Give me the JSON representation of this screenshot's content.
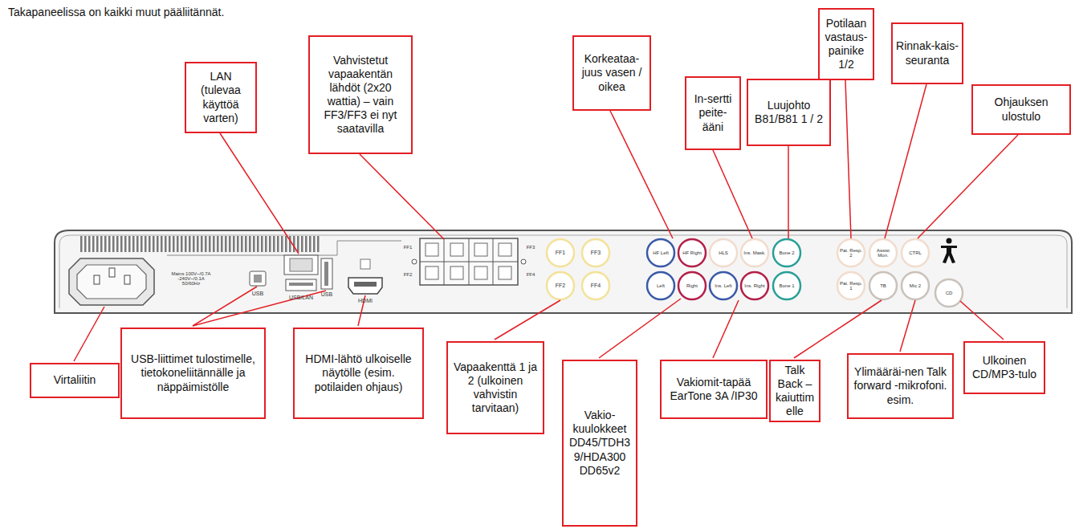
{
  "diagram": {
    "nodes": [
      {
        "text": [
          "LAN (tulevaa käyttöä varten)"
        ]
      },
      {
        "text": [
          "Vahvistetut vapaakentän lähdöt (2x20 wattia) – vain FF3/FF3 ei nyt saatavilla"
        ]
      },
      {
        "text": [
          "Korkeataa-juus vasen / oikea"
        ]
      },
      {
        "text": [
          "In-sertti peite-ääni"
        ]
      },
      {
        "text": [
          "Potilaan vastaus-painike 1/2"
        ]
      },
      {
        "text": [
          "Luujohto B81/B81 1 / 2"
        ]
      },
      {
        "text": [
          "Rinnak-kais-seuranta"
        ]
      },
      {
        "text": [
          "Ohjauksen ulostulo"
        ]
      },
      {
        "text": [
          "Virtaliitin"
        ]
      },
      {
        "text": [
          "USB-liittimet tulostimelle, tietokoneliitännälle ja näppäimistölle"
        ]
      },
      {
        "text": [
          "HDMI-lähtö ulkoiselle näytölle (esim. potilaiden ohjaus)"
        ]
      },
      {
        "text": [
          "Vapaakenttä 1 ja 2 (ulkoinen vahvistin tarvitaan)"
        ]
      },
      {
        "text": [
          "Vakio-kuulokkeet DD45/TDH39/HDA300 DD65v2"
        ]
      },
      {
        "text": [
          "Vakiomit-tapää EarTone 3A /IP30"
        ]
      },
      {
        "text": [
          "Talk Back – kaiuttimelle"
        ]
      },
      {
        "text": [
          "Ylimääräi-nen Talk forward -mikrofoni. esim."
        ]
      },
      {
        "text": [
          "Ulkoinen CD/MP3-tulo"
        ]
      }
    ],
    "labels": [
      "Takapaneelissa on kaikki muut pääliitännät.",
      "Mains 100V~/0.7A -240V~/0.1A 50/60Hz",
      "USB",
      "USB/LAN",
      "USB",
      "HDMI",
      "FF1",
      "FF2",
      "FF3",
      "FF4",
      "FF1",
      "FF3",
      "FF2",
      "FF4",
      "HF Left",
      "HF Right",
      "HLS",
      "Ins. Mask.",
      "Bone 2",
      "Pat. Resp. 2",
      "Assist Mon.",
      "CTRL",
      "Left",
      "Right",
      "Ins. Left",
      "Ins. Right",
      "Bone 1",
      "Pat. Resp. 1",
      "TB",
      "Mic 2",
      "CD"
    ]
  }
}
